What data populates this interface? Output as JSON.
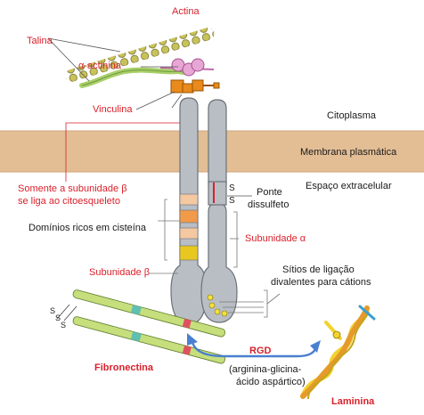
{
  "labels": {
    "actina": "Actina",
    "talina": "Talina",
    "alfa_actinina": "α-actinina",
    "vinculina": "Vinculina",
    "citoplasma": "Citoplasma",
    "membrana": "Membrana plasmática",
    "espaco": "Espaço extracelular",
    "somente_l1": "Somente a subunidade β",
    "somente_l2": "se liga ao citoesqueleto",
    "ponte_l1": "Ponte",
    "ponte_l2": "dissulfeto",
    "dominios": "Domínios ricos em cisteína",
    "sub_alfa": "Subunidade α",
    "sub_beta": "Subunidade β",
    "sitios_l1": "Sítios de ligação",
    "sitios_l2": "divalentes para cátions",
    "fibronectina": "Fibronectina",
    "rgd": "RGD",
    "rgd_l1": "(arginina-glicina-",
    "rgd_l2": "ácido aspártico)",
    "laminina": "Laminina",
    "s_top": "S",
    "s_bottom": "S",
    "fn_s1": "S",
    "fn_s2": "S",
    "fn_s3": "S"
  },
  "colors": {
    "membrane": "#e3be95",
    "membrane_edge": "#d3a67a",
    "integrin_fill": "#b9bec4",
    "integrin_edge": "#6b7178",
    "actin": "#c8c25a",
    "talin": "#a9cf6a",
    "alpha_actinin": "#e7a7d4",
    "vinculin": "#e98a1c",
    "cys_light": "#f4c8a0",
    "cys_orange": "#f09a4a",
    "cys_yellow": "#e8c71e",
    "fibronectin": "#c6df7c",
    "label_red": "#d8202a",
    "arrow_blue": "#4a7fd0",
    "laminin_yellow": "#f2d230"
  }
}
